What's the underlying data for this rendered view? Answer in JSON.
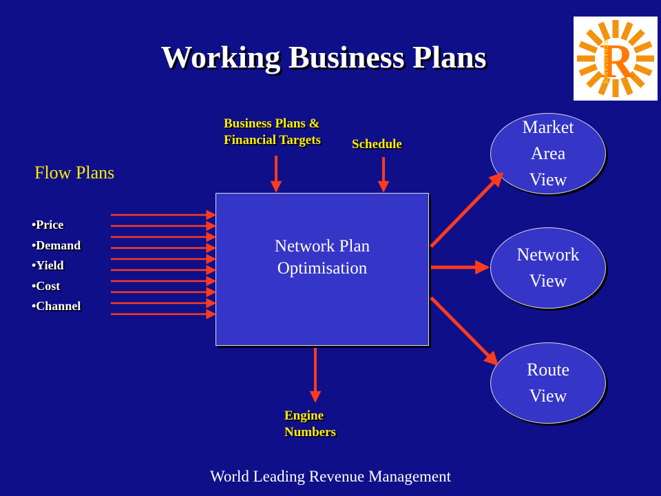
{
  "slide": {
    "title": "Working Business Plans",
    "footer": "World Leading Revenue Management"
  },
  "logo": {
    "icon": "sunburst-r-logo",
    "letter": "R",
    "wordmark": "RENAISSANCE",
    "colors": {
      "rays": "#f2930d",
      "letter": "#ff7a00",
      "wordmark": "#ffcc33",
      "background": "#ffffff"
    }
  },
  "inputs": {
    "business_plans_line1": "Business Plans &",
    "business_plans_line2": "Financial Targets",
    "schedule": "Schedule"
  },
  "flow_plans": {
    "heading": "Flow Plans",
    "items": [
      "•Price",
      "•Demand",
      "•Yield",
      "•Cost",
      "•Channel"
    ]
  },
  "network_box": {
    "line1": "Network Plan",
    "line2": "Optimisation"
  },
  "outputs": {
    "market_area_view": [
      "Market",
      "Area",
      "View"
    ],
    "network_view": [
      "Network",
      "View"
    ],
    "route_view": [
      "Route",
      "View"
    ],
    "engine_numbers_line1": "Engine",
    "engine_numbers_line2": "Numbers"
  },
  "colors": {
    "background": "#0f0f8a",
    "box_fill": "#3535c8",
    "arrow": "#ff3b1f",
    "label_yellow": "#ffee00",
    "text_white": "#ffffff"
  }
}
